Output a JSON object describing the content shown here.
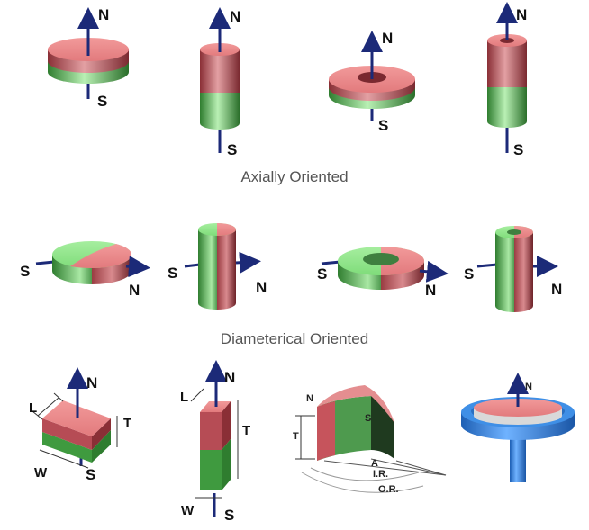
{
  "sections": {
    "axial": {
      "caption": "Axially Oriented"
    },
    "diametrical": {
      "caption": "Diameterical Oriented"
    }
  },
  "poles": {
    "north": "N",
    "south": "S"
  },
  "dimensions": {
    "length": "L",
    "width": "W",
    "thickness": "T",
    "angle": "A",
    "inner_radius": "I.R.",
    "outer_radius": "O.R."
  },
  "colors": {
    "north_face": "#e8898b",
    "north_side": "#a8464c",
    "south_face": "#8fe08f",
    "south_side": "#3f9a3f",
    "arrow": "#1c2a78",
    "pot_shell": "#2e7fd9"
  },
  "shapes": [
    "disc-axial",
    "cylinder-axial",
    "ring-axial",
    "tube-axial",
    "disc-diametrical",
    "cylinder-diametrical",
    "ring-diametrical",
    "tube-diametrical",
    "block",
    "bar",
    "arc-segment",
    "pot-magnet"
  ]
}
